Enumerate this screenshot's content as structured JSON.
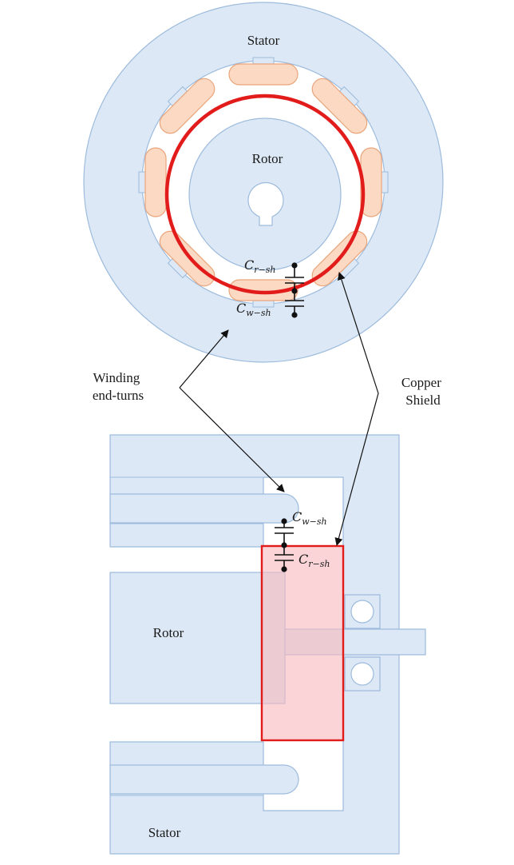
{
  "colors": {
    "body_fill": "#dce8f5",
    "body_stroke": "#9dbbdc",
    "winding_fill": "#fbd9c3",
    "winding_stroke": "#e9a57c",
    "shield_red": "#e21b1b",
    "shield_fill": "#f7c3c8",
    "line": "#111111"
  },
  "labels": {
    "stator_top": "Stator",
    "rotor_top": "Rotor",
    "winding": [
      "Winding",
      "end-turns"
    ],
    "copper": [
      "Copper",
      "Shield"
    ],
    "rotor_side": "Rotor",
    "stator_side": "Stator"
  },
  "capacitors": {
    "c_r_sh": {
      "main": "C",
      "sub": "r−sh"
    },
    "c_w_sh": {
      "main": "C",
      "sub": "w−sh"
    }
  }
}
